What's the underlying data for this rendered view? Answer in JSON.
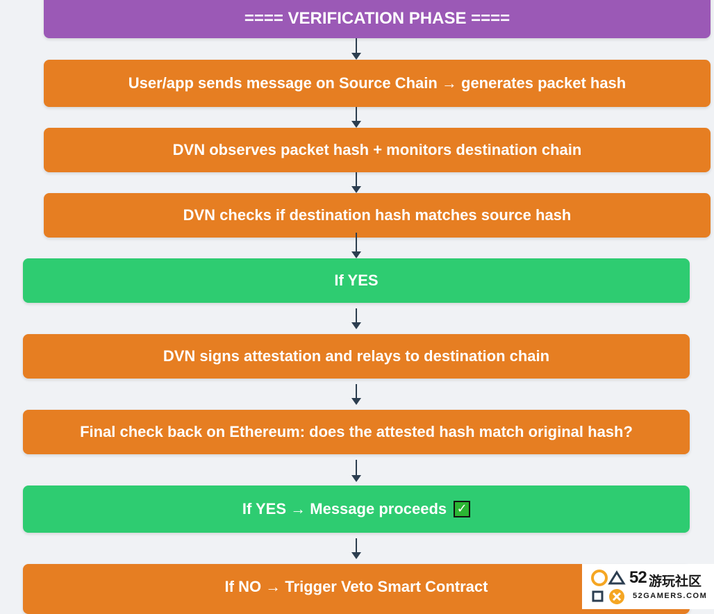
{
  "flow": {
    "phase_header": "==== VERIFICATION PHASE ====",
    "step_send": "User/app sends message on Source Chain → generates packet hash",
    "step_observe": "DVN observes packet hash + monitors destination chain",
    "step_check": "DVN checks if destination hash matches source hash",
    "branch_yes": "If YES",
    "step_sign": "DVN signs attestation and relays to destination chain",
    "step_final_check": "Final check back on Ethereum: does the attested hash match original hash?",
    "branch_yes_proceed": "If YES → Message proceeds",
    "check_mark": "✓",
    "branch_no": "If NO → Trigger Veto Smart Contract"
  },
  "watermark": {
    "number": "52",
    "name_cn": "游玩社区",
    "domain": "52GAMERS.COM"
  },
  "colors": {
    "phase_purple": "#9b59b6",
    "step_orange": "#e67e22",
    "yes_green": "#2ecc71",
    "arrow": "#2c3e50",
    "background": "#f0f2f5"
  },
  "icons": [
    "arrow-down-icon",
    "check-mark-icon",
    "52gamers-logo-icon"
  ]
}
